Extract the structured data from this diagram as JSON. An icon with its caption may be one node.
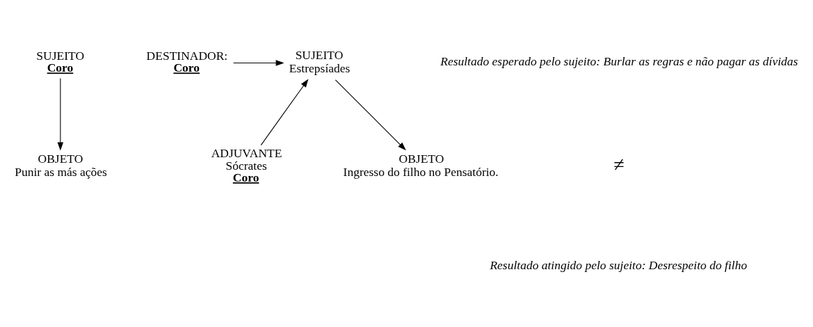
{
  "diagram": {
    "nodes": [
      {
        "text": [
          "SUJEITO",
          "Coro"
        ]
      },
      {
        "text": [
          "OBJETO",
          "Punir as más ações"
        ]
      },
      {
        "text": [
          "DESTINADOR:",
          "Coro"
        ]
      },
      {
        "text": [
          "ADJUVANTE",
          "Sócrates",
          "Coro"
        ]
      },
      {
        "text": [
          "SUJEITO",
          "Estrepsíades"
        ]
      },
      {
        "text": [
          "OBJETO",
          "Ingresso do filho no Pensatório."
        ]
      }
    ],
    "edges": [
      {
        "from": 0,
        "to": 1,
        "arrow": "to"
      },
      {
        "from": 2,
        "to": 4,
        "arrow": "to"
      },
      {
        "from": 3,
        "to": 4,
        "arrow": "to"
      },
      {
        "from": 4,
        "to": 5,
        "arrow": "to"
      }
    ],
    "labels": [
      "Resultado esperado pelo sujeito: Burlar as regras e não pagar as dívidas",
      "≠",
      "Resultado atingido pelo sujeito: Desrespeito do filho"
    ]
  }
}
